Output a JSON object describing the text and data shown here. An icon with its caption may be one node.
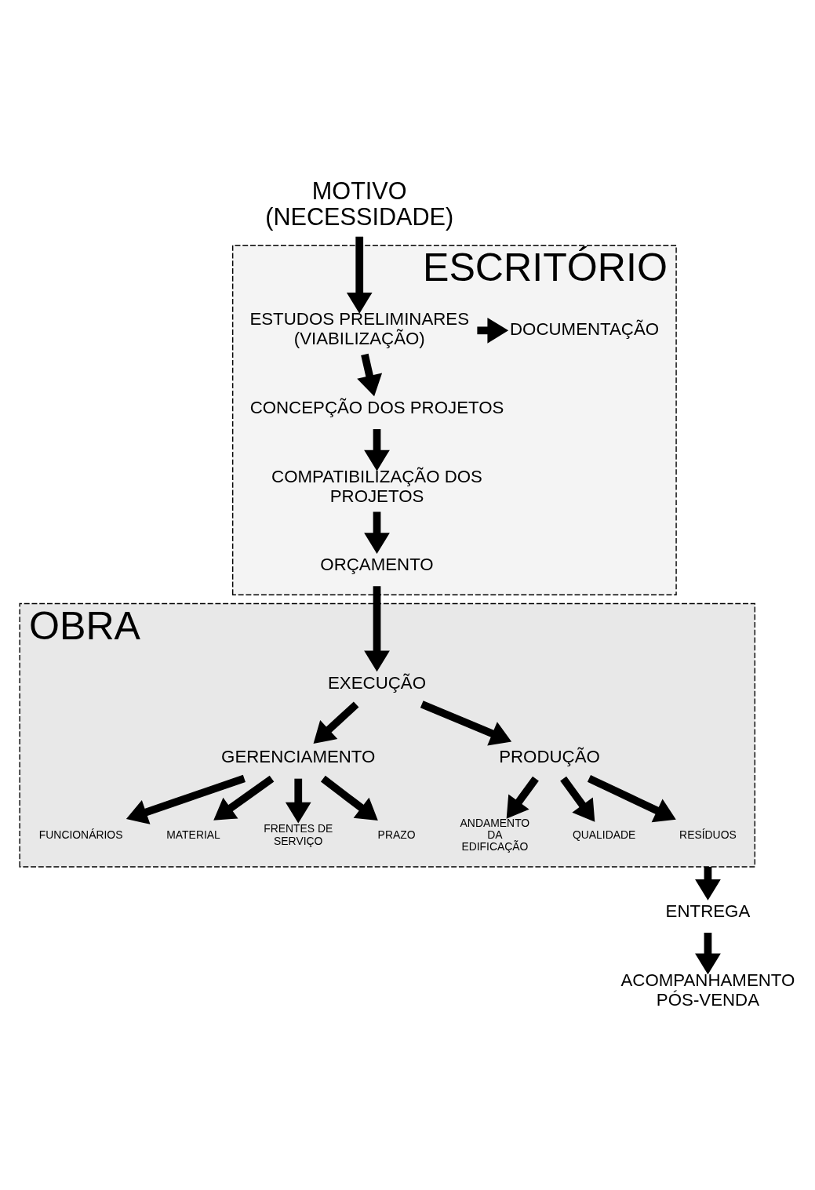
{
  "diagram": {
    "nodes": [
      {
        "text": [
          "MOTIVO",
          "(NECESSIDADE)"
        ]
      },
      {
        "text": [
          "ESCRITÓRIO"
        ]
      },
      {
        "text": [
          "ESTUDOS PRELIMINARES",
          "(VIABILIZAÇÃO)"
        ],
        "in": 1
      },
      {
        "text": [
          "DOCUMENTAÇÃO"
        ],
        "in": 1
      },
      {
        "text": [
          "CONCEPÇÃO DOS PROJETOS"
        ],
        "in": 1
      },
      {
        "text": [
          "COMPATIBILIZAÇÃO DOS PROJETOS"
        ],
        "in": 1
      },
      {
        "text": [
          "ORÇAMENTO"
        ],
        "in": 1
      },
      {
        "text": [
          "OBRA"
        ]
      },
      {
        "text": [
          "EXECUÇÃO"
        ],
        "in": 7
      },
      {
        "text": [
          "GERENCIAMENTO"
        ],
        "in": 7
      },
      {
        "text": [
          "PRODUÇÃO"
        ],
        "in": 7
      },
      {
        "text": [
          "FUNCIONÁRIOS"
        ],
        "in": 7
      },
      {
        "text": [
          "MATERIAL"
        ],
        "in": 7
      },
      {
        "text": [
          "FRENTES DE SERVIÇO"
        ],
        "in": 7
      },
      {
        "text": [
          "PRAZO"
        ],
        "in": 7
      },
      {
        "text": [
          "ANDAMENTO DA EDIFICAÇÃO"
        ],
        "in": 7
      },
      {
        "text": [
          "QUALIDADE"
        ],
        "in": 7
      },
      {
        "text": [
          "RESÍDUOS"
        ],
        "in": 7
      },
      {
        "text": [
          "ENTREGA"
        ]
      },
      {
        "text": [
          "ACOMPANHAMENTO PÓS-VENDA"
        ]
      }
    ],
    "edges": [
      {
        "from": 0,
        "to": 2,
        "arrow": "to"
      },
      {
        "from": 2,
        "to": 3,
        "arrow": "to"
      },
      {
        "from": 2,
        "to": 4,
        "arrow": "to"
      },
      {
        "from": 4,
        "to": 5,
        "arrow": "to"
      },
      {
        "from": 5,
        "to": 6,
        "arrow": "to"
      },
      {
        "from": 6,
        "to": 8,
        "arrow": "to"
      },
      {
        "from": 8,
        "to": 9,
        "arrow": "to"
      },
      {
        "from": 8,
        "to": 10,
        "arrow": "to"
      },
      {
        "from": 9,
        "to": 11,
        "arrow": "to"
      },
      {
        "from": 9,
        "to": 12,
        "arrow": "to"
      },
      {
        "from": 9,
        "to": 13,
        "arrow": "to"
      },
      {
        "from": 9,
        "to": 14,
        "arrow": "to"
      },
      {
        "from": 10,
        "to": 15,
        "arrow": "to"
      },
      {
        "from": 10,
        "to": 16,
        "arrow": "to"
      },
      {
        "from": 10,
        "to": 17,
        "arrow": "to"
      },
      {
        "from": 7,
        "to": 18,
        "arrow": "to"
      },
      {
        "from": 18,
        "to": 19,
        "arrow": "to"
      }
    ]
  }
}
